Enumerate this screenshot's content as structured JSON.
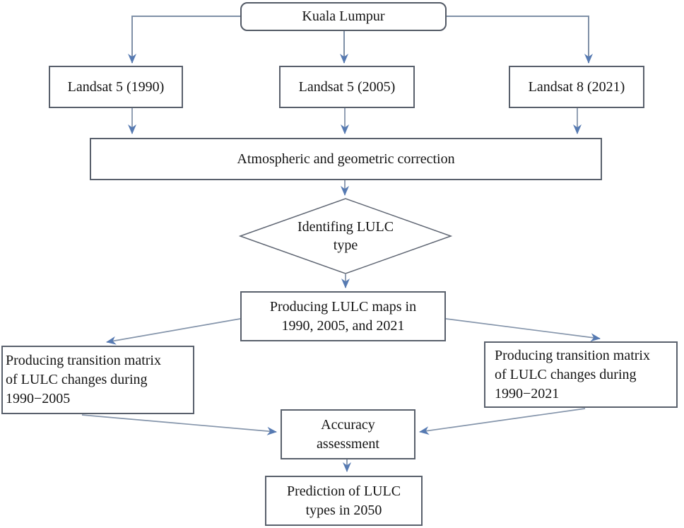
{
  "figure": {
    "type": "flowchart",
    "description_area": "Kuala Lumpur LULC methodology flowchart"
  },
  "colors": {
    "background": "#ffffff",
    "box_border": "#59606c",
    "diamond_border": "#5f6673",
    "connector_line": "#7f90a7",
    "arrowhead": "#567ab2",
    "text": "#141414"
  },
  "nodes": {
    "kuala_lumpur": {
      "label": "Kuala Lumpur",
      "shape": "rounded-rect"
    },
    "landsat5_1990": {
      "label": "Landsat 5 (1990)",
      "shape": "rect"
    },
    "landsat5_2005": {
      "label": "Landsat 5 (2005)",
      "shape": "rect"
    },
    "landsat8_2021": {
      "label": "Landsat 8 (2021)",
      "shape": "rect"
    },
    "correction": {
      "label": "Atmospheric and geometric correction",
      "shape": "rect"
    },
    "identify_lulc": {
      "label": "Identifing LULC\ntype",
      "shape": "diamond"
    },
    "lulc_maps": {
      "label": "Producing LULC maps in\n1990, 2005, and 2021",
      "shape": "rect"
    },
    "transition_1990_2005": {
      "label": "Producing transition matrix\nof LULC changes during\n1990−2005",
      "shape": "rect"
    },
    "transition_1990_2021": {
      "label": "Producing transition matrix\nof LULC changes during\n1990−2021",
      "shape": "rect"
    },
    "accuracy": {
      "label": "Accuracy\nassessment",
      "shape": "rect"
    },
    "prediction": {
      "label": "Prediction of LULC\ntypes in 2050",
      "shape": "rect"
    }
  },
  "edges": [
    {
      "from": "kuala_lumpur",
      "to": "landsat5_1990"
    },
    {
      "from": "kuala_lumpur",
      "to": "landsat5_2005"
    },
    {
      "from": "kuala_lumpur",
      "to": "landsat8_2021"
    },
    {
      "from": "landsat5_1990",
      "to": "correction"
    },
    {
      "from": "landsat5_2005",
      "to": "correction"
    },
    {
      "from": "landsat8_2021",
      "to": "correction"
    },
    {
      "from": "correction",
      "to": "identify_lulc"
    },
    {
      "from": "identify_lulc",
      "to": "lulc_maps"
    },
    {
      "from": "lulc_maps",
      "to": "transition_1990_2005"
    },
    {
      "from": "lulc_maps",
      "to": "transition_1990_2021"
    },
    {
      "from": "transition_1990_2005",
      "to": "accuracy"
    },
    {
      "from": "transition_1990_2021",
      "to": "accuracy"
    },
    {
      "from": "accuracy",
      "to": "prediction"
    }
  ]
}
